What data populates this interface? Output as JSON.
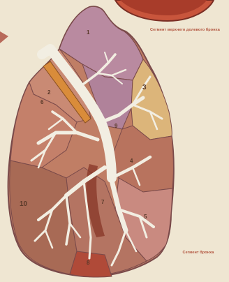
{
  "labels": {
    "top_right": "Сегмент верхнего долевого бронха",
    "bottom_right": "Сегмент бронха"
  },
  "segment_numbers": [
    "1",
    "2",
    "3",
    "4",
    "5",
    "6",
    "7",
    "8",
    "9",
    "10"
  ],
  "colors": {
    "background": "#efe6d2",
    "apex_segment": "#b88a98",
    "upper_purple": "#b98aa0",
    "yellow_segment": "#dcb57a",
    "brown_segment": "#c07e65",
    "rose_segment": "#c98a80",
    "dark_brown_segment": "#a86a55",
    "bronchus": "#f2eee2",
    "heart": "#c8553c",
    "outline": "#7a4a4a"
  }
}
